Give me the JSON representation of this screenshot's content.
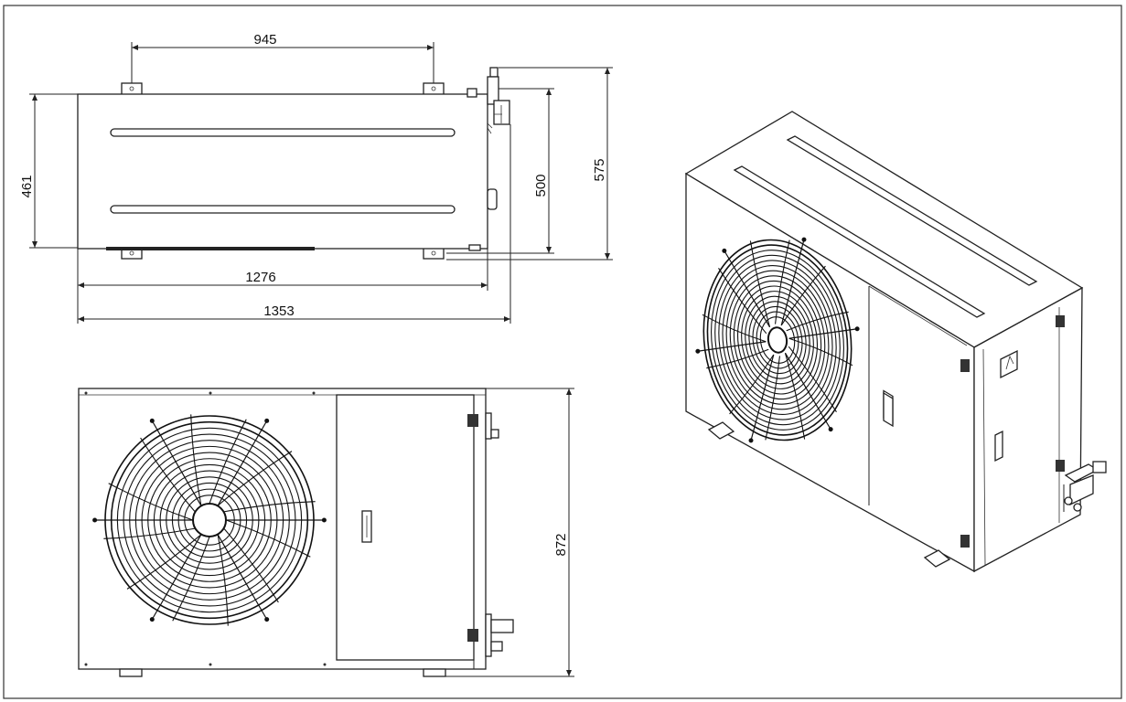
{
  "dimensions": {
    "top_mount_spacing": "945",
    "top_depth": "461",
    "top_depth_valves": "500",
    "top_depth_overall": "575",
    "top_width_body": "1276",
    "top_width_overall": "1353",
    "front_height": "872"
  },
  "colors": {
    "line": "#222222",
    "fan": "#111111",
    "background": "#ffffff"
  }
}
